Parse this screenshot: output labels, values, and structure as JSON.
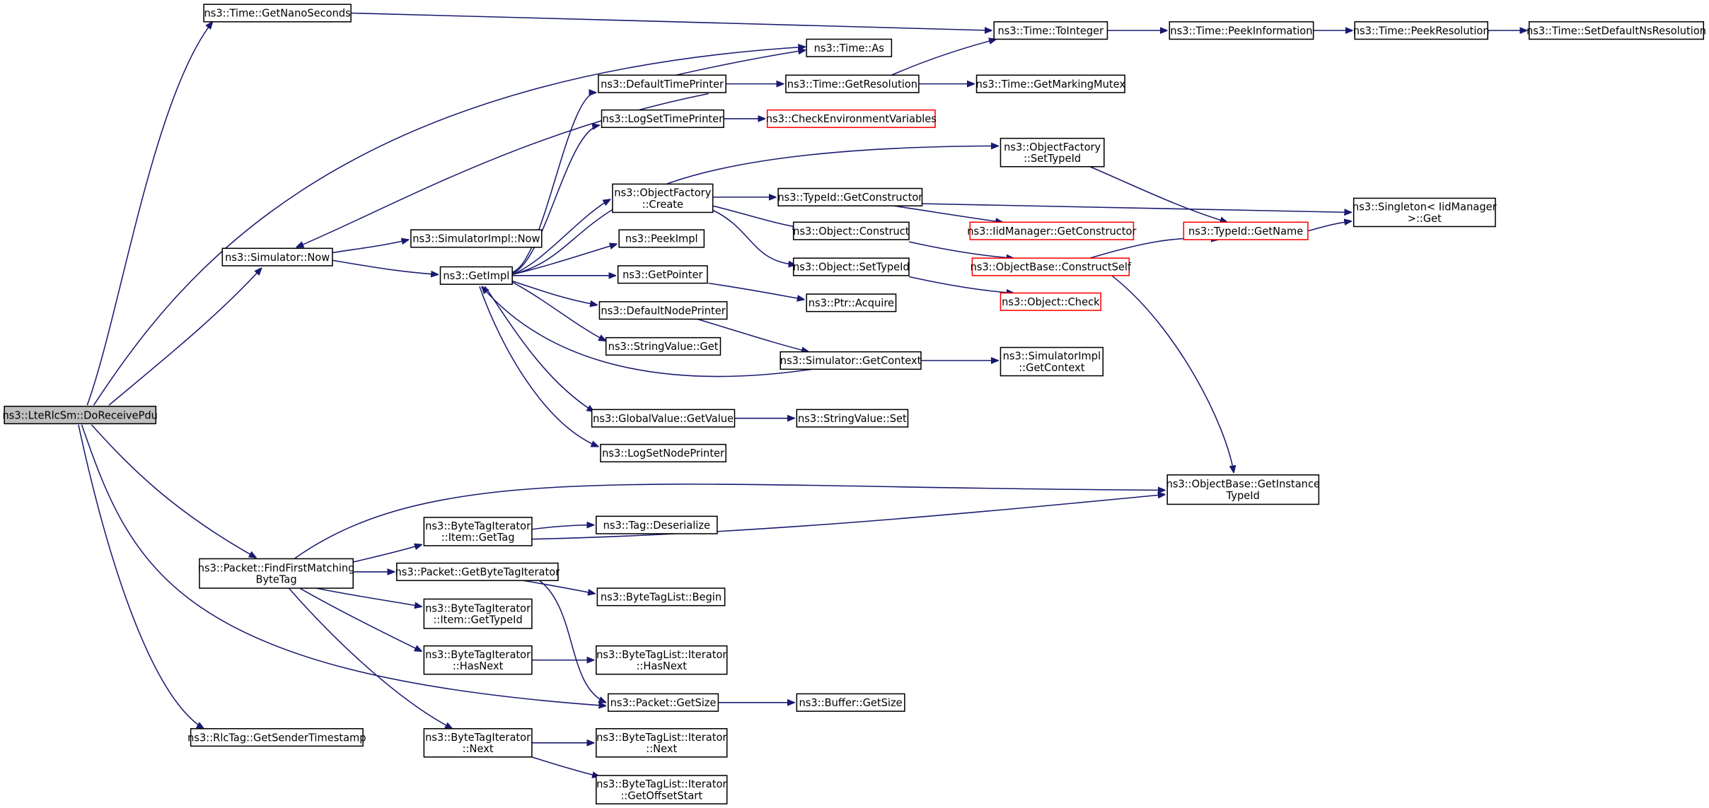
{
  "colors": {
    "edge": "#191970",
    "root_fill": "#bfbfbf",
    "node_border": "#000000",
    "truncated_border": "#ff0000"
  },
  "root": {
    "id": "root",
    "lines": [
      "ns3::LteRlcSm::DoReceivePdu"
    ]
  },
  "nodes": [
    {
      "id": "getNanoSeconds",
      "lines": [
        "ns3::Time::GetNanoSeconds"
      ],
      "truncated": false
    },
    {
      "id": "toInteger",
      "lines": [
        "ns3::Time::ToInteger"
      ],
      "truncated": false
    },
    {
      "id": "peekInformation",
      "lines": [
        "ns3::Time::PeekInformation"
      ],
      "truncated": false
    },
    {
      "id": "peekResolution",
      "lines": [
        "ns3::Time::PeekResolution"
      ],
      "truncated": false
    },
    {
      "id": "setDefaultNsResolution",
      "lines": [
        "ns3::Time::SetDefaultNsResolution"
      ],
      "truncated": false
    },
    {
      "id": "timeAs",
      "lines": [
        "ns3::Time::As"
      ],
      "truncated": false
    },
    {
      "id": "defaultTimePrinter",
      "lines": [
        "ns3::DefaultTimePrinter"
      ],
      "truncated": false
    },
    {
      "id": "getResolution",
      "lines": [
        "ns3::Time::GetResolution"
      ],
      "truncated": false
    },
    {
      "id": "getMarkingMutex",
      "lines": [
        "ns3::Time::GetMarkingMutex"
      ],
      "truncated": false
    },
    {
      "id": "logSetTimePrinter",
      "lines": [
        "ns3::LogSetTimePrinter"
      ],
      "truncated": false
    },
    {
      "id": "checkEnvVars",
      "lines": [
        "ns3::CheckEnvironmentVariables"
      ],
      "truncated": true
    },
    {
      "id": "objFactorySetTypeId",
      "lines": [
        "ns3::ObjectFactory",
        "::SetTypeId"
      ],
      "truncated": false
    },
    {
      "id": "objFactoryCreate",
      "lines": [
        "ns3::ObjectFactory",
        "::Create"
      ],
      "truncated": false
    },
    {
      "id": "typeIdGetConstructor",
      "lines": [
        "ns3::TypeId::GetConstructor"
      ],
      "truncated": false
    },
    {
      "id": "singletonGet",
      "lines": [
        "ns3::Singleton< IidManager",
        ">::Get"
      ],
      "truncated": false
    },
    {
      "id": "objectConstruct",
      "lines": [
        "ns3::Object::Construct"
      ],
      "truncated": false
    },
    {
      "id": "iidGetConstructor",
      "lines": [
        "ns3::IidManager::GetConstructor"
      ],
      "truncated": true
    },
    {
      "id": "typeIdGetName",
      "lines": [
        "ns3::TypeId::GetName"
      ],
      "truncated": true
    },
    {
      "id": "simulatorNow",
      "lines": [
        "ns3::Simulator::Now"
      ],
      "truncated": false
    },
    {
      "id": "simImplNow",
      "lines": [
        "ns3::SimulatorImpl::Now"
      ],
      "truncated": false
    },
    {
      "id": "peekImpl",
      "lines": [
        "ns3::PeekImpl"
      ],
      "truncated": false
    },
    {
      "id": "objBaseConstructSelf",
      "lines": [
        "ns3::ObjectBase::ConstructSelf"
      ],
      "truncated": true
    },
    {
      "id": "getImpl",
      "lines": [
        "ns3::GetImpl"
      ],
      "truncated": false
    },
    {
      "id": "objectSetTypeId",
      "lines": [
        "ns3::Object::SetTypeId"
      ],
      "truncated": false
    },
    {
      "id": "getPointer",
      "lines": [
        "ns3::GetPointer"
      ],
      "truncated": false
    },
    {
      "id": "objectCheck",
      "lines": [
        "ns3::Object::Check"
      ],
      "truncated": true
    },
    {
      "id": "ptrAcquire",
      "lines": [
        "ns3::Ptr::Acquire"
      ],
      "truncated": false
    },
    {
      "id": "defaultNodePrinter",
      "lines": [
        "ns3::DefaultNodePrinter"
      ],
      "truncated": false
    },
    {
      "id": "stringValueGet",
      "lines": [
        "ns3::StringValue::Get"
      ],
      "truncated": false
    },
    {
      "id": "simulatorGetContext",
      "lines": [
        "ns3::Simulator::GetContext"
      ],
      "truncated": false
    },
    {
      "id": "simImplGetContext",
      "lines": [
        "ns3::SimulatorImpl",
        "::GetContext"
      ],
      "truncated": false
    },
    {
      "id": "globalValueGetValue",
      "lines": [
        "ns3::GlobalValue::GetValue"
      ],
      "truncated": false
    },
    {
      "id": "stringValueSet",
      "lines": [
        "ns3::StringValue::Set"
      ],
      "truncated": false
    },
    {
      "id": "logSetNodePrinter",
      "lines": [
        "ns3::LogSetNodePrinter"
      ],
      "truncated": false
    },
    {
      "id": "objBaseGetInstanceTypeId",
      "lines": [
        "ns3::ObjectBase::GetInstance",
        "TypeId"
      ],
      "truncated": false
    },
    {
      "id": "btiItemGetTag",
      "lines": [
        "ns3::ByteTagIterator",
        "::Item::GetTag"
      ],
      "truncated": false
    },
    {
      "id": "tagDeserialize",
      "lines": [
        "ns3::Tag::Deserialize"
      ],
      "truncated": false
    },
    {
      "id": "packetFindFirst",
      "lines": [
        "ns3::Packet::FindFirstMatching",
        "ByteTag"
      ],
      "truncated": false
    },
    {
      "id": "packetGetByteTagIterator",
      "lines": [
        "ns3::Packet::GetByteTagIterator"
      ],
      "truncated": false
    },
    {
      "id": "byteTagListBegin",
      "lines": [
        "ns3::ByteTagList::Begin"
      ],
      "truncated": false
    },
    {
      "id": "btiItemGetTypeId",
      "lines": [
        "ns3::ByteTagIterator",
        "::Item::GetTypeId"
      ],
      "truncated": false
    },
    {
      "id": "btiHasNext",
      "lines": [
        "ns3::ByteTagIterator",
        "::HasNext"
      ],
      "truncated": false
    },
    {
      "id": "btlIterHasNext",
      "lines": [
        "ns3::ByteTagList::Iterator",
        "::HasNext"
      ],
      "truncated": false
    },
    {
      "id": "packetGetSize",
      "lines": [
        "ns3::Packet::GetSize"
      ],
      "truncated": false
    },
    {
      "id": "bufferGetSize",
      "lines": [
        "ns3::Buffer::GetSize"
      ],
      "truncated": false
    },
    {
      "id": "rlcTagGetSenderTs",
      "lines": [
        "ns3::RlcTag::GetSenderTimestamp"
      ],
      "truncated": false
    },
    {
      "id": "btiNext",
      "lines": [
        "ns3::ByteTagIterator",
        "::Next"
      ],
      "truncated": false
    },
    {
      "id": "btlIterNext",
      "lines": [
        "ns3::ByteTagList::Iterator",
        "::Next"
      ],
      "truncated": false
    },
    {
      "id": "btlIterGetOffsetStart",
      "lines": [
        "ns3::ByteTagList::Iterator",
        "::GetOffsetStart"
      ],
      "truncated": false
    }
  ]
}
